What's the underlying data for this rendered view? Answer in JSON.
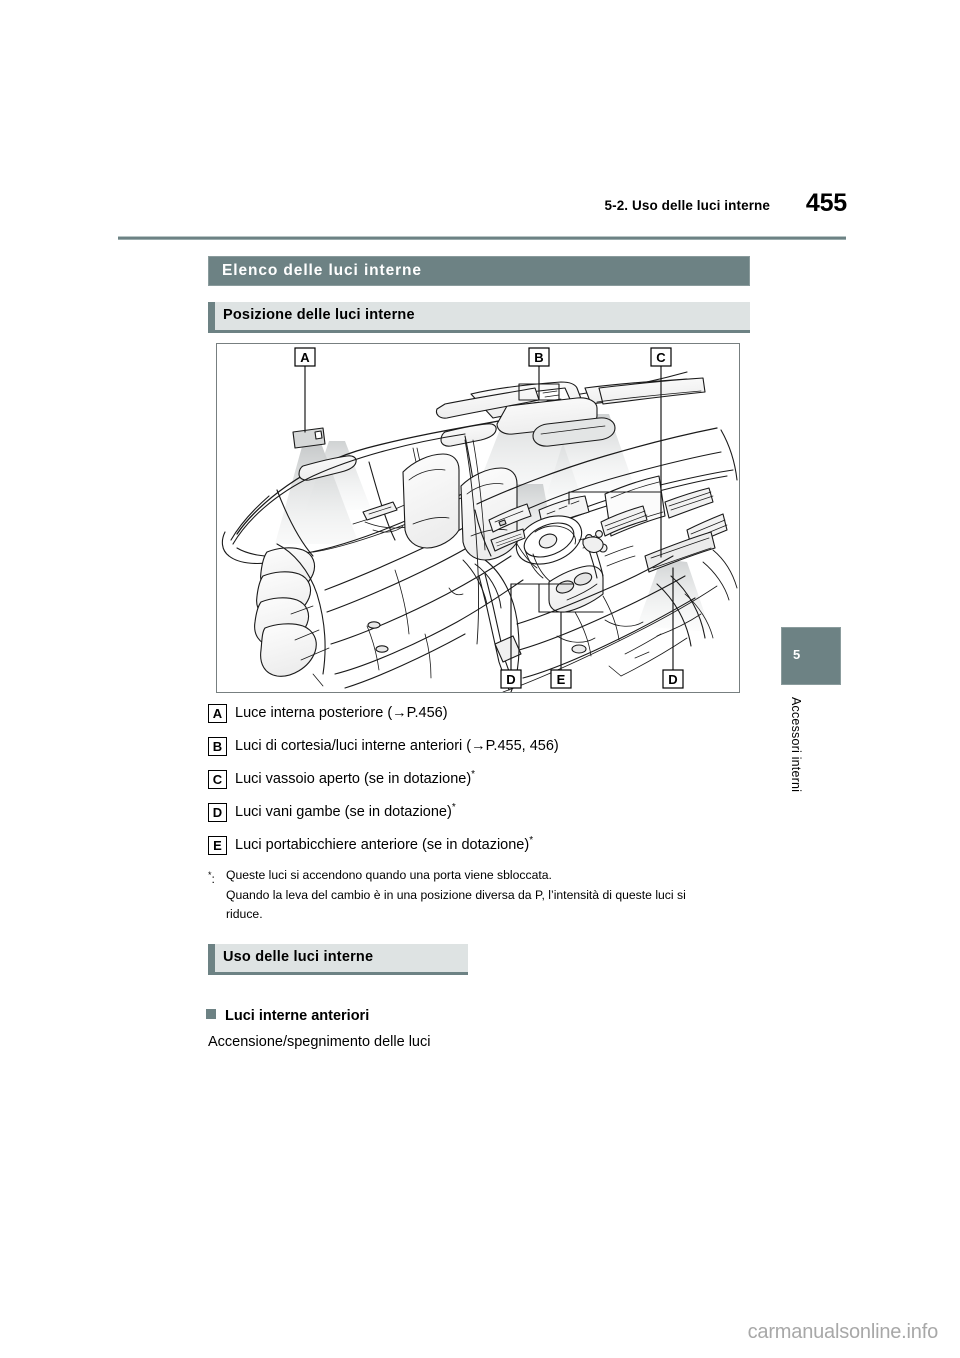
{
  "header": {
    "chapter": "5-2. Uso delle luci interne",
    "page_number": "455",
    "rule_color": "#6d8284"
  },
  "title_bar": {
    "label": "Elenco delle luci interne",
    "bg_color": "#6d8284",
    "text_color": "#ffffff"
  },
  "subheads": {
    "posizione": "Posizione delle luci interne",
    "uso": "Uso delle luci interne",
    "bg_color": "#dee3e3",
    "accent_color": "#6d8284"
  },
  "figure": {
    "caption_labels": [
      "A",
      "B",
      "C",
      "D",
      "E",
      "D"
    ],
    "alt": "Vista interna del veicolo con posizioni delle luci interne"
  },
  "callouts": [
    {
      "badge": "A",
      "text": "Luce interna posteriore (→P.456)",
      "footnote": ""
    },
    {
      "badge": "B",
      "text": "Luci di cortesia/luci interne anteriori (→P.455, 456)",
      "footnote": ""
    },
    {
      "badge": "C",
      "text": "Luci vassoio aperto (se in dotazione)",
      "footnote": "*"
    },
    {
      "badge": "D",
      "text": "Luci vani gambe (se in dotazione)",
      "footnote": "*"
    },
    {
      "badge": "E",
      "text": "Luci portabicchiere anteriore (se in dotazione)",
      "footnote": "*"
    }
  ],
  "footnote": {
    "marker": "*",
    "separator": ":",
    "lines": [
      "Queste luci si accendono quando una porta viene sbloccata.",
      "Quando la leva del cambio è in una posizione diversa da P, l’intensità di queste luci si",
      "riduce."
    ]
  },
  "bullet_section": {
    "heading": "Luci interne anteriori",
    "body": "Accensione/spegnimento delle luci"
  },
  "side_tab": {
    "number": "5",
    "label": "Accessori interni",
    "bg_color": "#6d8284"
  },
  "watermark": {
    "text": "carmanualsonline.info",
    "color": "#a8a8a8"
  }
}
